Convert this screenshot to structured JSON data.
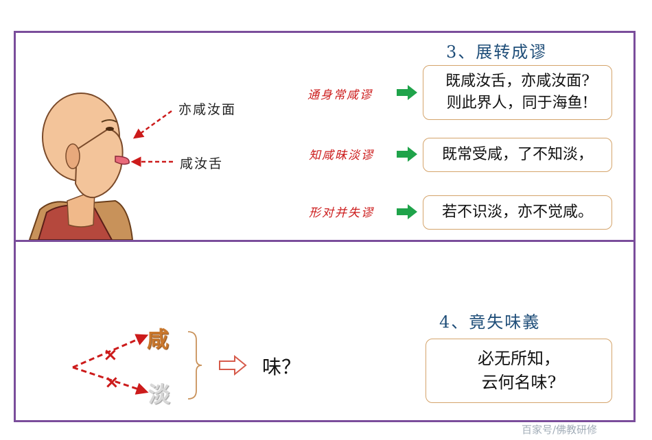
{
  "top": {
    "heading": "3、展转成谬",
    "face_labels": {
      "upper": "亦咸汝面",
      "lower": "咸汝舌"
    },
    "rows": [
      {
        "label": "通身常咸谬",
        "lines": [
          "既咸汝舌，亦咸汝面?",
          "则此界人，同于海鱼!"
        ]
      },
      {
        "label": "知咸昧淡谬",
        "lines": [
          "既常受咸，了不知淡，"
        ]
      },
      {
        "label": "形对并失谬",
        "lines": [
          "若不识淡，亦不觉咸。"
        ]
      }
    ]
  },
  "bottom": {
    "heading": "4、竟失味義",
    "char_top": "咸",
    "char_bottom": "淡",
    "result": "味？",
    "box_lines": [
      "必无所知，",
      "云何名味?"
    ]
  },
  "watermark": "百家号/佛教研修",
  "colors": {
    "border": "#7a4d9b",
    "heading": "#1f4e79",
    "red": "#cc1b1b",
    "green": "#1fa34a",
    "box_border": "#d4a36a"
  }
}
